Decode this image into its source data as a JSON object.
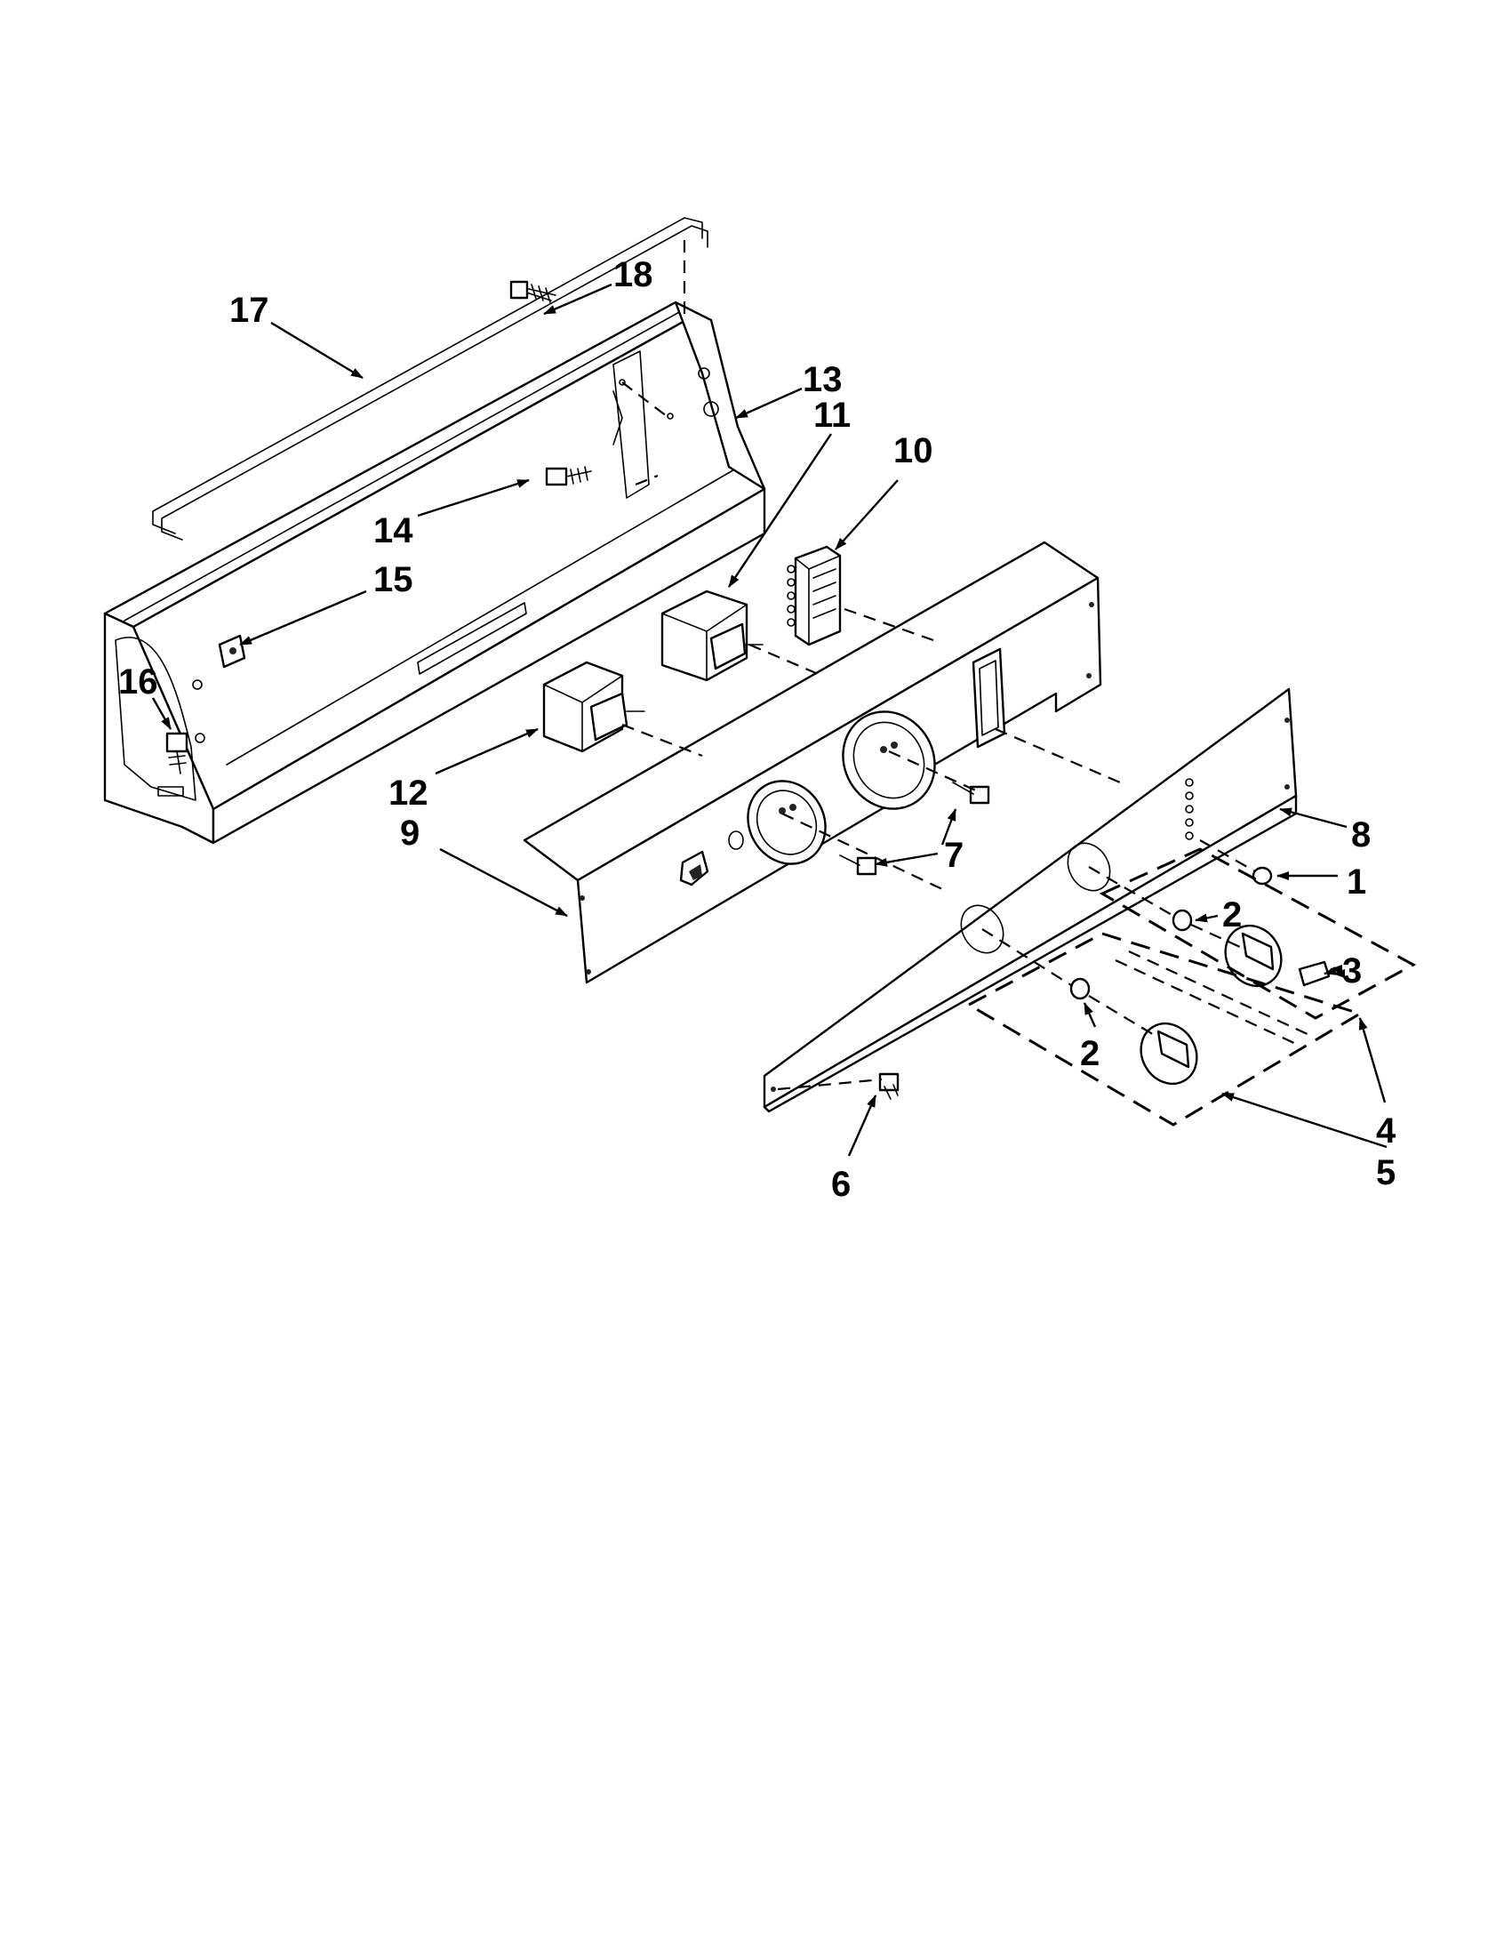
{
  "diagram": {
    "callouts": [
      {
        "id": "c17",
        "label": "17"
      },
      {
        "id": "c18",
        "label": "18"
      },
      {
        "id": "c13",
        "label": "13"
      },
      {
        "id": "c11",
        "label": "11"
      },
      {
        "id": "c10",
        "label": "10"
      },
      {
        "id": "c14",
        "label": "14"
      },
      {
        "id": "c15",
        "label": "15"
      },
      {
        "id": "c16",
        "label": "16"
      },
      {
        "id": "c12",
        "label": "12"
      },
      {
        "id": "c9",
        "label": "9"
      },
      {
        "id": "c8",
        "label": "8"
      },
      {
        "id": "c7",
        "label": "7"
      },
      {
        "id": "c1",
        "label": "1"
      },
      {
        "id": "c2a",
        "label": "2"
      },
      {
        "id": "c3",
        "label": "3"
      },
      {
        "id": "c2b",
        "label": "2"
      },
      {
        "id": "c4",
        "label": "4"
      },
      {
        "id": "c5",
        "label": "5"
      },
      {
        "id": "c6",
        "label": "6"
      }
    ]
  }
}
